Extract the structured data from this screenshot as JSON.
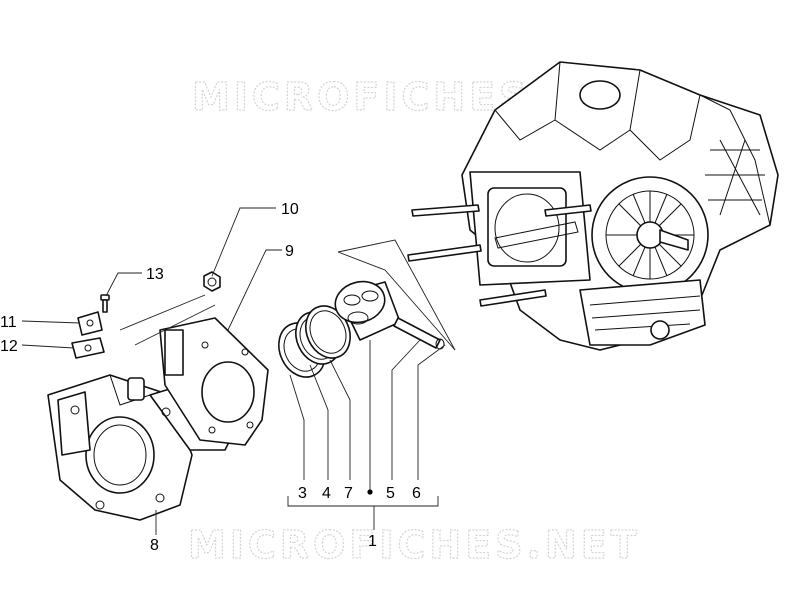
{
  "watermark": {
    "top": "MICROFICHES.NET",
    "bottom": "MICROFICHES.NET"
  },
  "callouts": [
    {
      "id": "c1",
      "label": "1"
    },
    {
      "id": "c3",
      "label": "3"
    },
    {
      "id": "c4",
      "label": "4"
    },
    {
      "id": "c5",
      "label": "5"
    },
    {
      "id": "c6",
      "label": "6"
    },
    {
      "id": "c7",
      "label": "7"
    },
    {
      "id": "c8",
      "label": "8"
    },
    {
      "id": "c9",
      "label": "9"
    },
    {
      "id": "c10",
      "label": "10"
    },
    {
      "id": "c11",
      "label": "11"
    },
    {
      "id": "c12",
      "label": "12"
    },
    {
      "id": "c13",
      "label": "13"
    }
  ]
}
